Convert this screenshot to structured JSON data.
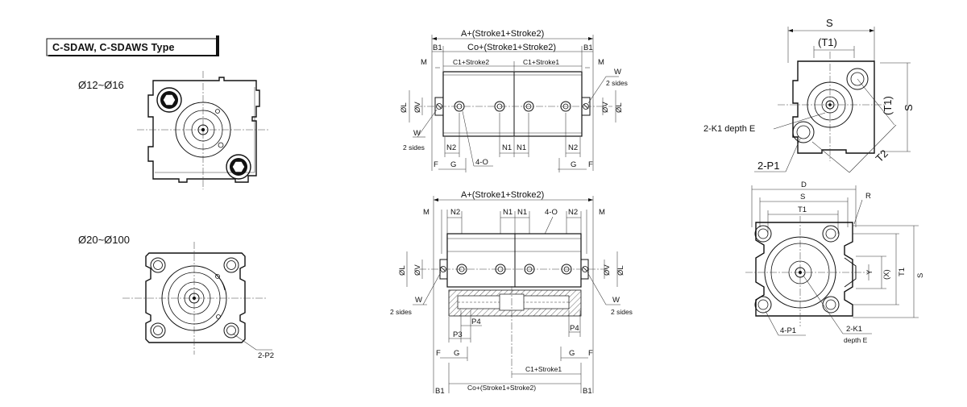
{
  "title": "C-SDAW, C-SDAWS Type",
  "sizes": {
    "small": "Ø12~Ø16",
    "large": "Ø20~Ø100"
  },
  "labels": {
    "p2_large": "2-P2",
    "top_overall": "A+(Stroke1+Stroke2)",
    "top_co": "Co+(Stroke1+Stroke2)",
    "top_c1_stroke2": "C1+Stroke2",
    "top_c1_stroke1": "C1+Stroke1",
    "B1": "B1",
    "M": "M",
    "W": "W",
    "two_sides": "2 sides",
    "phiL": "ØL",
    "phiV": "ØV",
    "N2": "N2",
    "N1": "N1",
    "F": "F",
    "G": "G",
    "four_O": "4-O",
    "P3": "P3",
    "P4": "P4",
    "bottom_c1_stroke1": "C1+Stroke1",
    "bottom_co": "Co+(Stroke1+Stroke2)",
    "S": "S",
    "T1_paren": "(T1)",
    "T1": "T1",
    "T2": "T2",
    "two_K1_depth_E": "2-K1 depth E",
    "two_P1": "2-P1",
    "D": "D",
    "R": "R",
    "Y": "Y",
    "X_paren": "(X)",
    "four_P1": "4-P1",
    "two_K1": "2-K1",
    "depth_E": "depth E"
  }
}
